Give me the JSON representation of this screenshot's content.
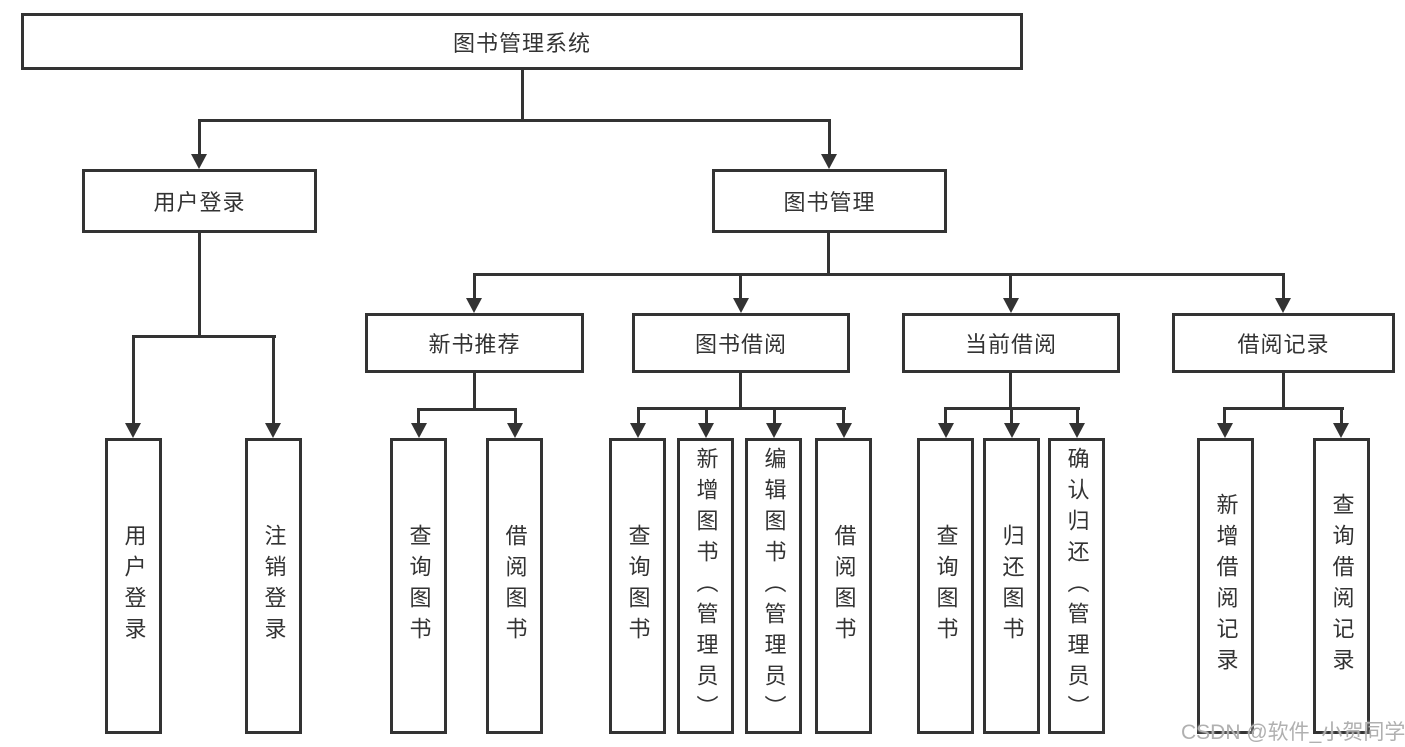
{
  "colors": {
    "line": "#333333",
    "text": "#333333",
    "background": "#ffffff",
    "watermark": "#b0b0b0"
  },
  "watermark": {
    "text": "CSDN @软件_小贺同学"
  },
  "tree": {
    "root": {
      "label": "图书管理系统"
    },
    "level2": {
      "user_login": {
        "label": "用户登录"
      },
      "book_management": {
        "label": "图书管理"
      }
    },
    "level3": {
      "new_book_recommend": {
        "label": "新书推荐"
      },
      "book_borrowing": {
        "label": "图书借阅"
      },
      "current_borrowing": {
        "label": "当前借阅"
      },
      "borrowing_records": {
        "label": "借阅记录"
      }
    },
    "leaves": {
      "user_login": {
        "label": "用户登录"
      },
      "logout": {
        "label": "注销登录"
      },
      "query_books_recommend": {
        "label": "查询图书"
      },
      "borrow_books_recommend": {
        "label": "借阅图书"
      },
      "query_books_borrowing": {
        "label": "查询图书"
      },
      "add_books_admin": {
        "label": "新增图书（管理员）"
      },
      "edit_books_admin": {
        "label": "编辑图书（管理员）"
      },
      "borrow_books_borrowing": {
        "label": "借阅图书"
      },
      "query_books_current": {
        "label": "查询图书"
      },
      "return_books": {
        "label": "归还图书"
      },
      "confirm_return_admin": {
        "label": "确认归还（管理员）"
      },
      "add_borrow_record": {
        "label": "新增借阅记录"
      },
      "query_borrow_record": {
        "label": "查询借阅记录"
      }
    }
  }
}
